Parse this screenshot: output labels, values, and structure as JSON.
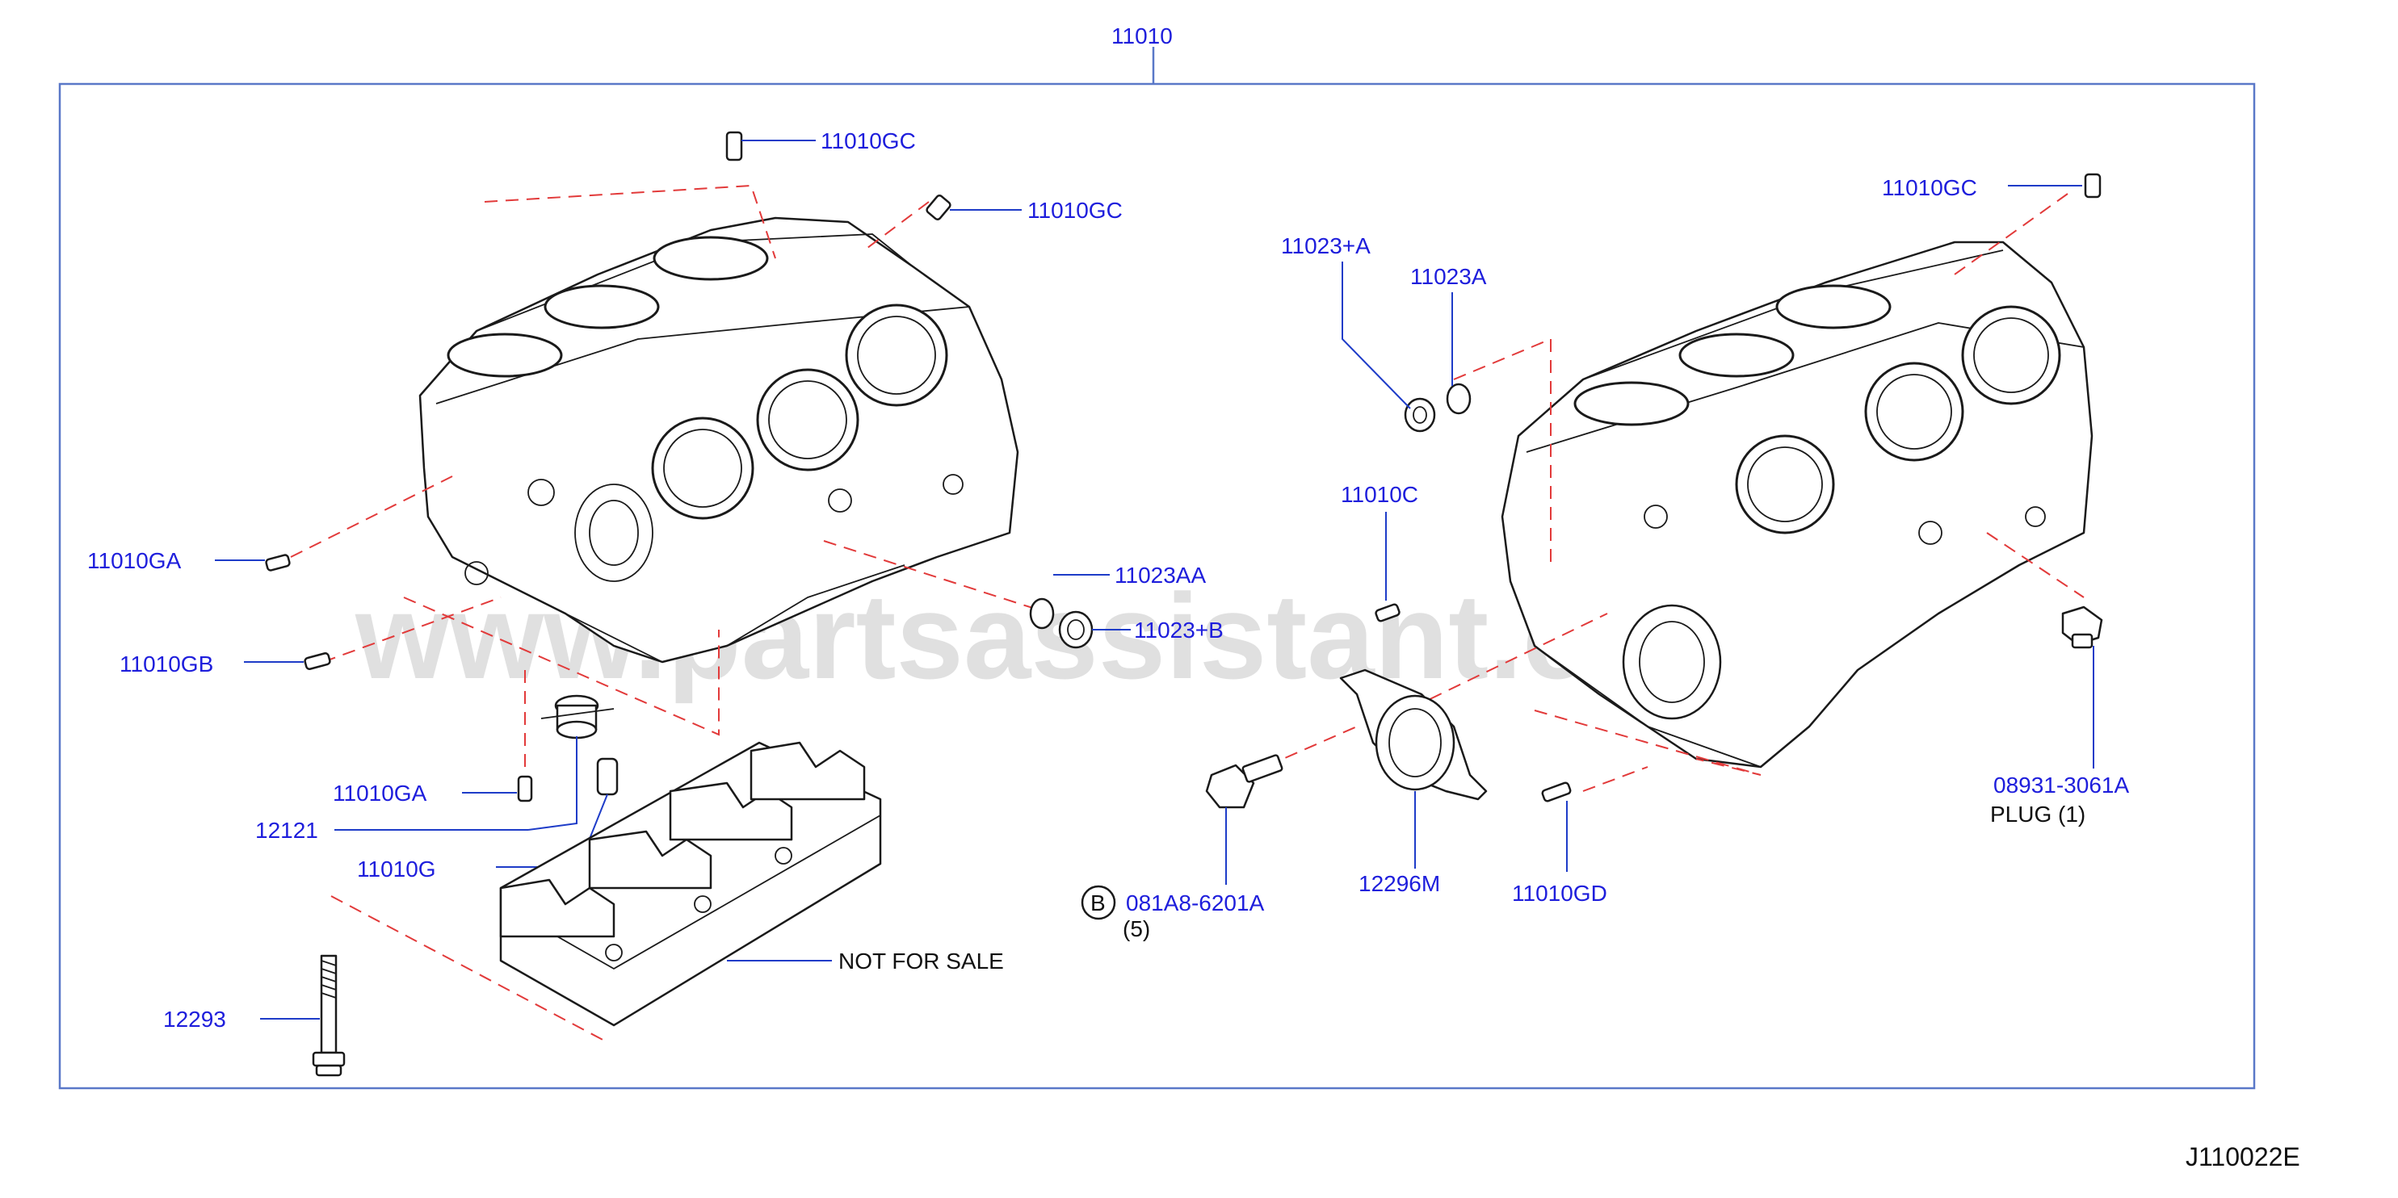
{
  "diagram": {
    "top_label": "11010",
    "code": "J110022E",
    "watermark": "www.partsassistant.com",
    "colors": {
      "label": "#1e1edc",
      "frame": "#5a78c8",
      "dash": "#e23a3a",
      "line": "#1a1a1a"
    }
  },
  "labels": {
    "l_11010gc_1": "11010GC",
    "l_11010gc_2": "11010GC",
    "l_11010gc_3": "11010GC",
    "l_11023_plus_a": "11023+A",
    "l_11023a": "11023A",
    "l_11010c": "11010C",
    "l_11023aa": "11023AA",
    "l_11023_plus_b": "11023+B",
    "l_11010ga_1": "11010GA",
    "l_11010gb": "11010GB",
    "l_11010ga_2": "11010GA",
    "l_12121": "12121",
    "l_11010g": "11010G",
    "l_not_for_sale": "NOT   FOR   SALE",
    "l_12293": "12293",
    "l_081a8": "081A8-6201A",
    "l_081a8_qty": "(5)",
    "l_b_marker": "B",
    "l_12296m": "12296M",
    "l_11010gd": "11010GD",
    "l_08931": "08931-3061A",
    "l_plug": "PLUG     (1)"
  }
}
